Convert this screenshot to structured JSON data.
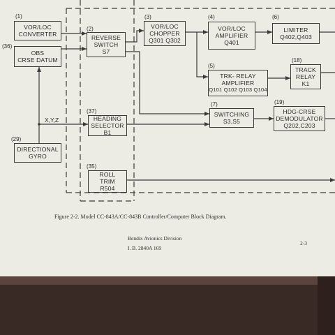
{
  "blocks": {
    "vor_loc_converter": {
      "number": "(1)",
      "lines": [
        "VOR/LOC",
        "CONVERTER"
      ]
    },
    "obs_crse_datum": {
      "number": "(36)",
      "lines": [
        "OBS",
        "CRSE DATUM"
      ]
    },
    "directional_gyro": {
      "number": "(29)",
      "lines": [
        "DIRECTIONAL",
        "GYRO"
      ]
    },
    "reverse_switch": {
      "number": "(2)",
      "lines": [
        "REVERSE",
        "SWITCH",
        "S7"
      ]
    },
    "heading_selector": {
      "number": "(37)",
      "lines": [
        "HEADING",
        "SELECTOR",
        "B1"
      ]
    },
    "roll_trim": {
      "number": "(35)",
      "lines": [
        "ROLL",
        "TRIM",
        "R504"
      ]
    },
    "vor_loc_chopper": {
      "number": "(3)",
      "lines": [
        "VOR/LOC",
        "CHOPPER",
        "Q301  Q302"
      ]
    },
    "vor_loc_amplifier": {
      "number": "(4)",
      "lines": [
        "VOR/LOC",
        "AMPLIFIER",
        "Q401"
      ]
    },
    "limiter": {
      "number": "(6)",
      "lines": [
        "LIMITER",
        "Q402,Q403"
      ]
    },
    "track_relay": {
      "number": "(18)",
      "lines": [
        "TRACK",
        "RELAY",
        "K1"
      ]
    },
    "trk_relay_amplifier": {
      "number": "(5)",
      "lines": [
        "TRK- RELAY",
        "AMPLIFIER",
        "Q101 Q102 Q103 Q104"
      ]
    },
    "switching": {
      "number": "(7)",
      "lines": [
        "SWITCHING",
        "S3,S5"
      ]
    },
    "hdg_crse_demodulator": {
      "number": "(19)",
      "lines": [
        "HDG-CRSE",
        "DEMODULATOR",
        "Q202,C203"
      ]
    }
  },
  "signal_label": "X,Y,Z",
  "caption": "Figure 2-2.  Model CC-843A/CC-843B Controller/Computer Block Diagram.",
  "footer": {
    "division": "Bendix Avionics Division",
    "doc_number": "I. B.  2840A  169",
    "page": "2-3"
  }
}
